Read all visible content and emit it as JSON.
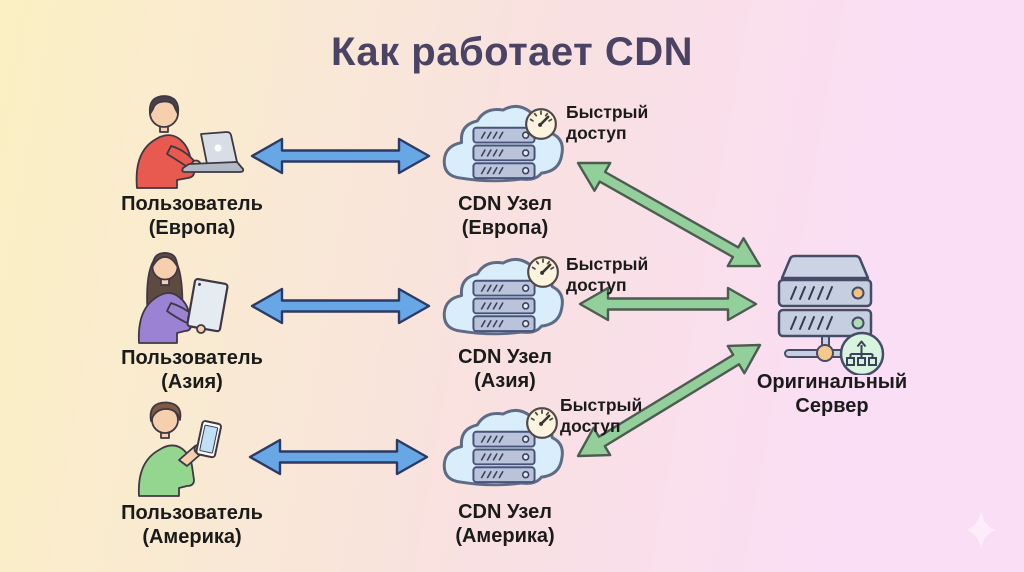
{
  "title": "Как работает CDN",
  "users": [
    {
      "region": "europe",
      "label_line1": "Пользователь",
      "label_line2": "(Европа)",
      "device": "laptop"
    },
    {
      "region": "asia",
      "label_line1": "Пользователь",
      "label_line2": "(Азия)",
      "device": "tablet"
    },
    {
      "region": "america",
      "label_line1": "Пользователь",
      "label_line2": "(Америка)",
      "device": "phone"
    }
  ],
  "cdn_nodes": [
    {
      "region": "europe",
      "label_line1": "CDN Узел",
      "label_line2": "(Европа)",
      "badge_line1": "Быстрый",
      "badge_line2": "доступ"
    },
    {
      "region": "asia",
      "label_line1": "CDN Узел",
      "label_line2": "(Азия)",
      "badge_line1": "Быстрый",
      "badge_line2": "доступ"
    },
    {
      "region": "america",
      "label_line1": "CDN Узел",
      "label_line2": "(Америка)",
      "badge_line1": "Быстрый",
      "badge_line2": "доступ"
    }
  ],
  "origin_server": {
    "label_line1": "Оригинальный",
    "label_line2": "Сервер"
  },
  "icons": {
    "user_laptop": "user-with-laptop-icon",
    "user_tablet": "user-with-tablet-icon",
    "user_phone": "user-with-phone-icon",
    "cdn_cloud": "cloud-server-icon",
    "speedometer": "speedometer-icon",
    "origin_server": "server-rack-icon",
    "network_badge": "network-hierarchy-badge-icon",
    "sparkle": "sparkle-icon"
  },
  "colors": {
    "bg_yellow": "#faf0c3",
    "bg_pink": "#fadef5",
    "title_color": "#4a4364",
    "text_color": "#1b1b1b",
    "blue_arrow_fill": "#67a7e5",
    "blue_arrow_stroke": "#2c3a64",
    "green_arrow_fill": "#92cf9b",
    "green_arrow_stroke": "#4e5b51",
    "cloud_fill": "#d9edfb",
    "cloud_stroke": "#5d6b86",
    "rack_fill": "#b9c3da",
    "server_fill": "#c6cee1",
    "speedometer_fill": "#fcf4de",
    "badge_fill": "#d8f3de",
    "status_dot_orange": "#f4c180",
    "status_dot_green": "#abdcb4"
  }
}
